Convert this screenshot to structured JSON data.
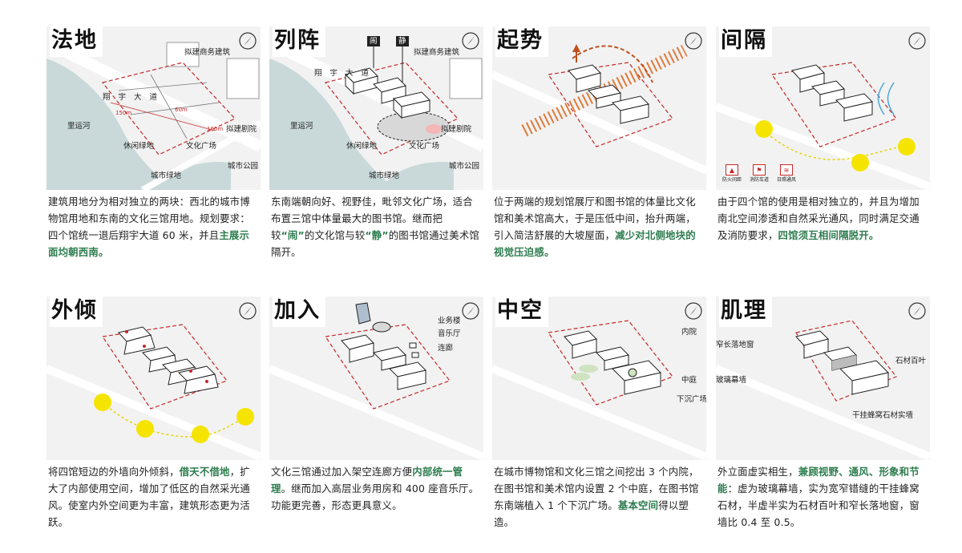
{
  "panels": [
    {
      "title": "法地",
      "labels": {
        "road": "翔宇大道",
        "river": "里运河",
        "greenbelt": "休闲绿地",
        "city_green": "城市绿地",
        "plaza": "文化广场",
        "city_park": "城市公园",
        "commercial": "拟建商务建筑",
        "theater": "拟建剧院",
        "dim1": "150m",
        "dim2": "60m",
        "dim3": "160m"
      },
      "desc_segments": [
        {
          "text": "建筑用地分为相对独立的两块：西北的城市博物馆用地和东南的文化三馆用地。规划要求：四个馆统一退后翔宇大道 60 米，并且",
          "hl": false
        },
        {
          "text": "主展示面均朝西南。",
          "hl": true
        }
      ]
    },
    {
      "title": "列阵",
      "labels": {
        "nao": "闹",
        "jing": "静",
        "road": "翔宇大道",
        "river": "里运河",
        "greenbelt": "休闲绿地",
        "city_green": "城市绿地",
        "plaza": "文化广场",
        "city_park": "城市公园",
        "commercial": "拟建商务建筑",
        "theater": "拟建剧院"
      },
      "desc_segments": [
        {
          "text": "东南端朝向好、视野佳，毗邻文化广场，适合布置三馆中体量最大的图书馆。继而把较",
          "hl": false
        },
        {
          "text": "“闹”",
          "hl": true
        },
        {
          "text": "的文化馆与较",
          "hl": false
        },
        {
          "text": "“静”",
          "hl": true
        },
        {
          "text": "的图书馆通过美术馆隔开。",
          "hl": false
        }
      ]
    },
    {
      "title": "起势",
      "labels": {},
      "desc_segments": [
        {
          "text": "位于两端的规划馆展厅和图书馆的体量比文化馆和美术馆高大，于是压低中间，抬升两端，引入简洁舒展的大坡屋面，",
          "hl": false
        },
        {
          "text": "减少对北侧地块的视觉压迫感。",
          "hl": true
        }
      ]
    },
    {
      "title": "间隔",
      "labels": {
        "ic1": "防火间距",
        "ic2": "消防车道",
        "ic3": "日照通风"
      },
      "desc_segments": [
        {
          "text": "由于四个馆的使用是相对独立的，并且为增加南北空间渗透和自然采光通风，同时满足交通及消防要求，",
          "hl": false
        },
        {
          "text": "四馆须互相间隔脱开。",
          "hl": true
        }
      ]
    },
    {
      "title": "外倾",
      "labels": {},
      "desc_segments": [
        {
          "text": "将四馆短边的外墙向外倾斜，",
          "hl": false
        },
        {
          "text": "借天不借地",
          "hl": true
        },
        {
          "text": "，扩大了内部使用空间，增加了低区的自然采光通风。使室内外空间更为丰富，建筑形态更为活跃。",
          "hl": false
        }
      ]
    },
    {
      "title": "加入",
      "labels": {
        "office": "业务楼",
        "concert": "音乐厅",
        "corridor": "连廊"
      },
      "desc_segments": [
        {
          "text": "文化三馆通过加入架空连廊方便",
          "hl": false
        },
        {
          "text": "内部统一管理",
          "hl": true
        },
        {
          "text": "。继而加入高层业务用房和 400 座音乐厅。功能更完善，形态更具意义。",
          "hl": false
        }
      ]
    },
    {
      "title": "中空",
      "labels": {
        "inner": "内院",
        "atrium": "中庭",
        "sunken": "下沉广场"
      },
      "desc_segments": [
        {
          "text": "在城市博物馆和文化三馆之间挖出 3 个内院，在图书馆和美术馆内设置 2 个中庭，在图书馆东南端植入 1 个下沉广场。",
          "hl": false
        },
        {
          "text": "基本空间",
          "hl": true
        },
        {
          "text": "得以塑造。",
          "hl": false
        }
      ]
    },
    {
      "title": "肌理",
      "labels": {
        "window": "窄长落地窗",
        "stone": "石材百叶",
        "glass": "玻璃幕墙",
        "honeycomb": "干挂蜂窝石材实墙"
      },
      "desc_segments": [
        {
          "text": "外立面虚实相生，",
          "hl": false
        },
        {
          "text": "兼顾视野、通风、形象和节能",
          "hl": true
        },
        {
          "text": "：虚为玻璃幕墙，实为宽窄错缝的干挂蜂窝石材，半虚半实为石材百叶和窄长落地窗，窗墙比 0.4 至 0.5。",
          "hl": false
        }
      ]
    }
  ]
}
